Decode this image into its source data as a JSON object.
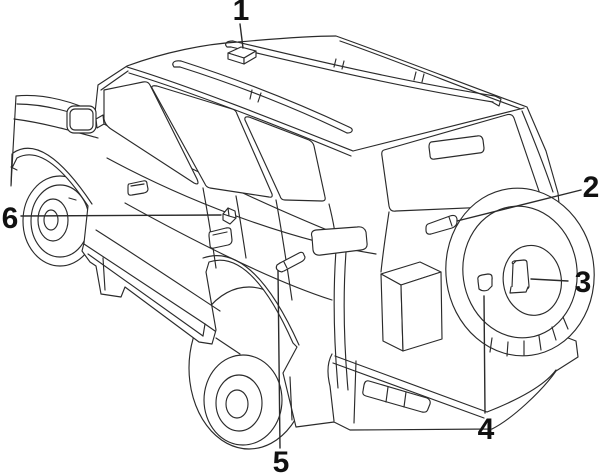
{
  "figure": {
    "kind": "vehicle-component-location-diagram",
    "background_color": "#ffffff",
    "line_color": "#2b2b2b",
    "label_color": "#111111"
  },
  "callouts": [
    {
      "label": "1",
      "target": "roof-center-module"
    },
    {
      "label": "2",
      "target": "tailgate-upper-module"
    },
    {
      "label": "3",
      "target": "spare-tire-center-module"
    },
    {
      "label": "4",
      "target": "spare-tire-side-module"
    },
    {
      "label": "5",
      "target": "rear-quarter-panel-module"
    },
    {
      "label": "6",
      "target": "rear-door-module"
    }
  ]
}
